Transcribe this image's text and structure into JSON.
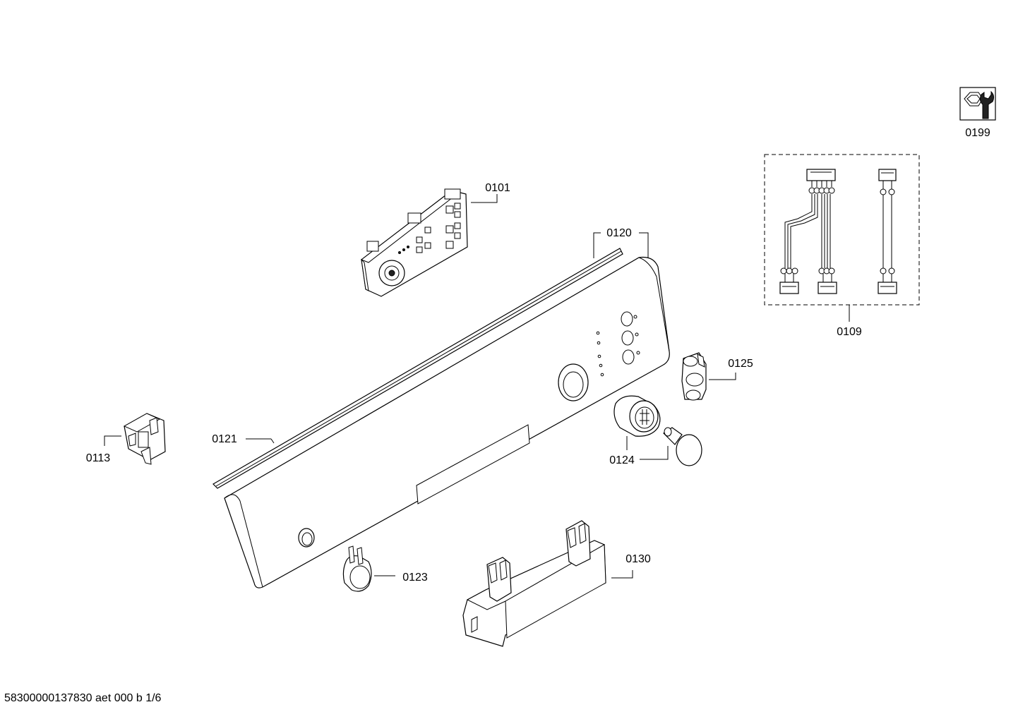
{
  "labels": {
    "p0101": "0101",
    "p0109": "0109",
    "p0113": "0113",
    "p0120": "0120",
    "p0121": "0121",
    "p0123": "0123",
    "p0124": "0124",
    "p0125": "0125",
    "p0130": "0130",
    "p0199": "0199"
  },
  "footer": {
    "document_code": "58300000137830 aet 000 b 1/6"
  },
  "icons": {
    "service_kit": "wrench-nut-icon"
  },
  "colors": {
    "line": "#000000",
    "background": "#ffffff"
  }
}
